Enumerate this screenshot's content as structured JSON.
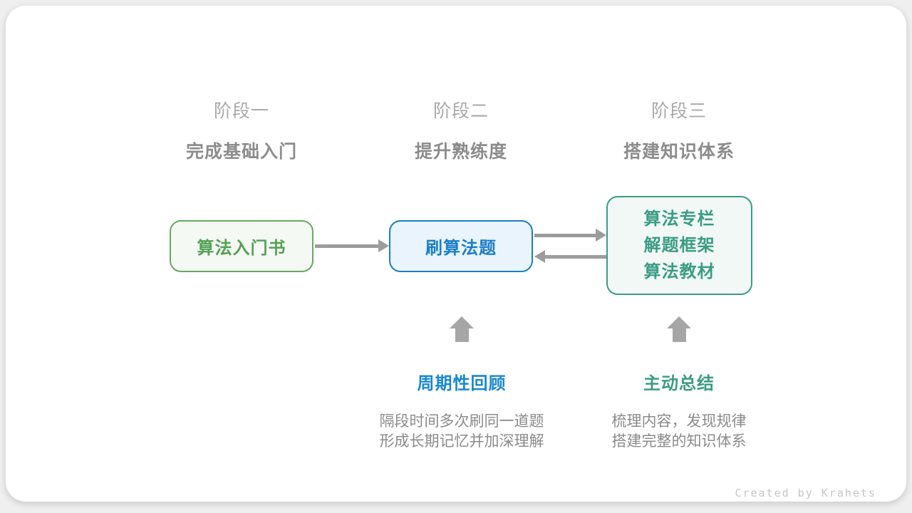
{
  "stages": [
    {
      "label": "阶段一",
      "subtitle": "完成基础入门"
    },
    {
      "label": "阶段二",
      "subtitle": "提升熟练度"
    },
    {
      "label": "阶段三",
      "subtitle": "搭建知识体系"
    }
  ],
  "nodes": {
    "intro_book": {
      "label": "算法入门书",
      "text_color": "#55a055",
      "border_color": "#67a95f",
      "bg_color": "#f4faf3"
    },
    "practice": {
      "label": "刷算法题",
      "text_color": "#1b7ec7",
      "border_color": "#1b7ec7",
      "bg_color": "#eaf4fc"
    },
    "knowledge": {
      "lines": [
        "算法专栏",
        "解题框架",
        "算法教材"
      ],
      "text_color": "#3b9c83",
      "border_color": "#3b9c83",
      "bg_color": "#f1f8f6"
    }
  },
  "annotations": {
    "review": {
      "title": "周期性回顾",
      "title_color": "#1a87d3",
      "lines": [
        "隔段时间多次刷同一道题",
        "形成长期记忆并加深理解"
      ]
    },
    "summarize": {
      "title": "主动总结",
      "title_color": "#3b9c83",
      "lines": [
        "梳理内容，发现规律",
        "搭建完整的知识体系"
      ]
    }
  },
  "colors": {
    "arrow": "#9c9c9c",
    "block_arrow": "#a6a6a6",
    "stage_label": "#a9a9a9",
    "stage_subtitle": "#8c8c8c",
    "description_text": "#8b8b8b",
    "watermark": "#c6c6c6",
    "card_bg": "#ffffff",
    "page_bg": "#efeff0"
  },
  "watermark": "Created by Krahets"
}
